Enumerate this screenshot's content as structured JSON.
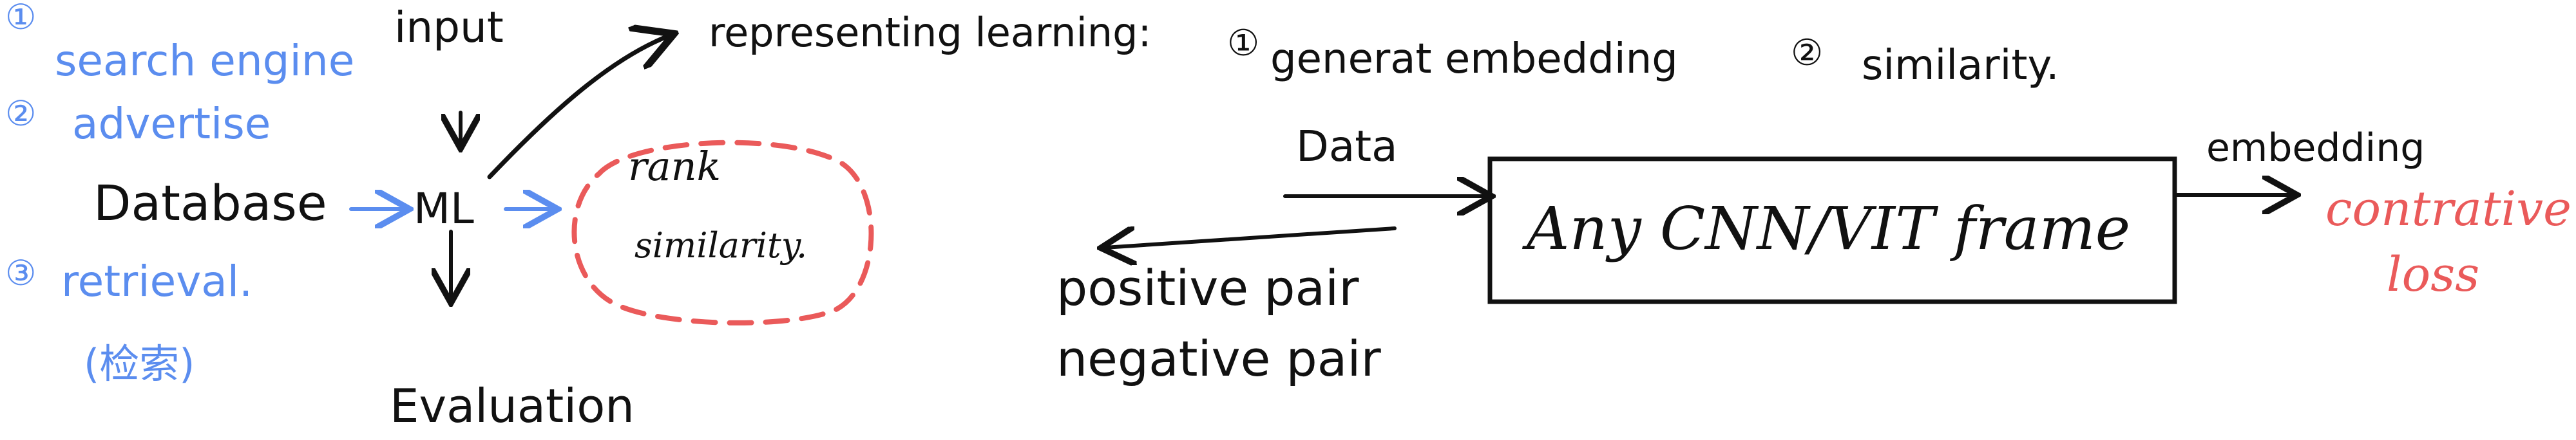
{
  "left_list": {
    "item1_marker": "①",
    "item1": "search engine",
    "item2_marker": "②",
    "item2": "advertise",
    "item3_marker": "③",
    "item3": "retrieval.",
    "item3_note": "(检索)"
  },
  "pipeline": {
    "input": "input",
    "database": "Database",
    "ml": "ML",
    "evaluation": "Evaluation",
    "rank_similarity_line1": "rank",
    "rank_similarity_line2": "similarity."
  },
  "representation": {
    "heading": "representing learning:",
    "step1_marker": "①",
    "step1": "generat embedding",
    "step2_marker": "②",
    "step2": "similarity."
  },
  "model": {
    "data": "Data",
    "box_label": "Any CNN/VIT frame",
    "embedding": "embedding",
    "loss_line1": "contrative",
    "loss_line2": "loss",
    "positive_pair": "positive pair",
    "negative_pair": "negative pair"
  },
  "colors": {
    "ink": "#111111",
    "blue": "#5b8def",
    "red": "#ea5a5a"
  }
}
